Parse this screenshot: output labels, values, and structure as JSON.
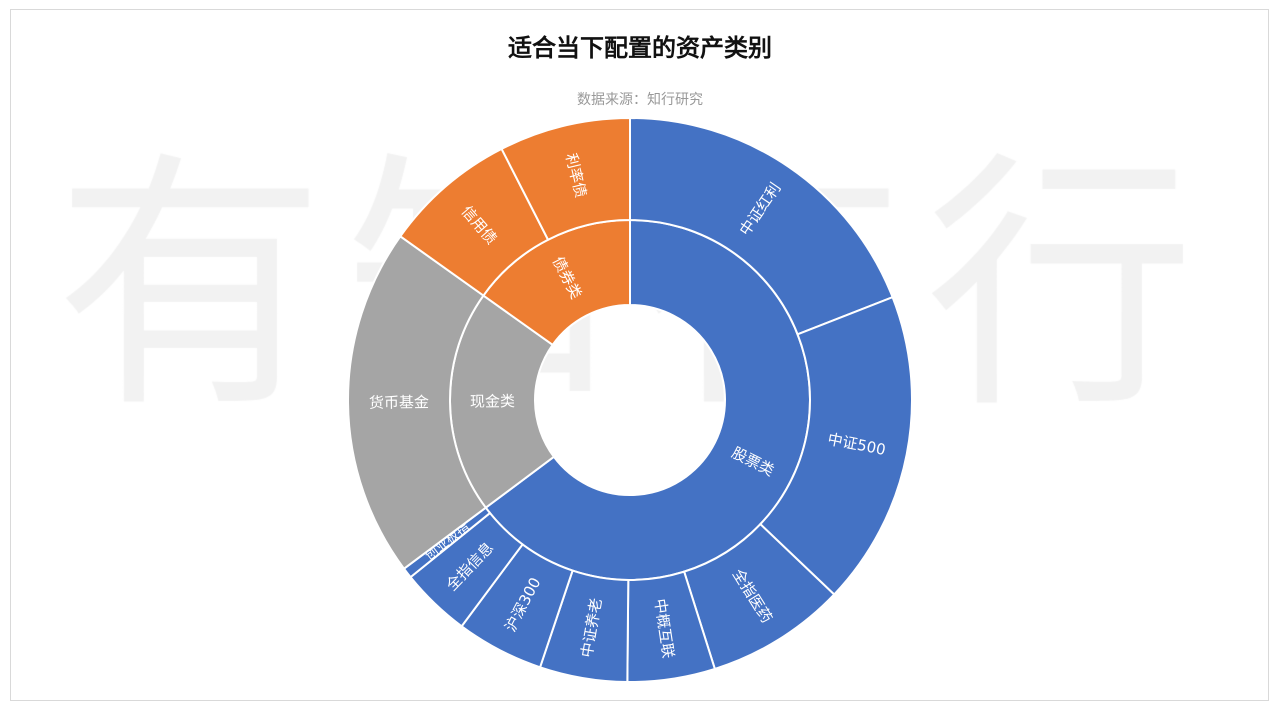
{
  "watermark": [
    "有",
    "知",
    "有",
    "行"
  ],
  "chart_data": {
    "type": "sunburst",
    "title": "适合当下配置的资产类别",
    "subtitle": "数据来源：知行研究",
    "unit": "percent",
    "categories": [
      {
        "name": "股票类",
        "color": "#4472c4",
        "children": [
          {
            "name": "中证红利",
            "value": 19
          },
          {
            "name": "中证500",
            "value": 18
          },
          {
            "name": "全指医药",
            "value": 8
          },
          {
            "name": "中概互联",
            "value": 5
          },
          {
            "name": "中证养老",
            "value": 5
          },
          {
            "name": "沪深300",
            "value": 5
          },
          {
            "name": "全指信息",
            "value": 4
          },
          {
            "name": "创业板指",
            "value": 0.6
          }
        ]
      },
      {
        "name": "现金类",
        "color": "#a5a5a5",
        "children": [
          {
            "name": "货币基金",
            "value": 20
          }
        ]
      },
      {
        "name": "债券类",
        "color": "#ed7d31",
        "children": [
          {
            "name": "信用债",
            "value": 7.6
          },
          {
            "name": "利率债",
            "value": 7.5
          }
        ]
      }
    ]
  }
}
